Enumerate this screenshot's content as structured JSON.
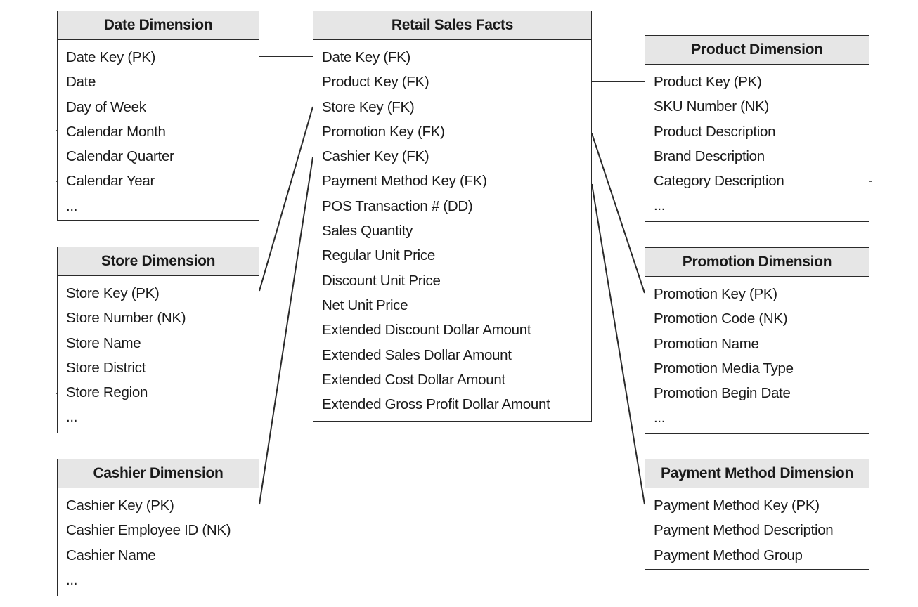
{
  "tables": {
    "date_dimension": {
      "title": "Date Dimension",
      "rows": [
        "Date Key (PK)",
        "Date",
        "Day of Week",
        "Calendar Month",
        "Calendar Quarter",
        "Calendar Year",
        "..."
      ]
    },
    "store_dimension": {
      "title": "Store Dimension",
      "rows": [
        "Store Key (PK)",
        "Store Number (NK)",
        "Store Name",
        "Store District",
        "Store Region",
        "..."
      ]
    },
    "cashier_dimension": {
      "title": "Cashier Dimension",
      "rows": [
        "Cashier Key (PK)",
        "Cashier Employee ID (NK)",
        "Cashier Name",
        "..."
      ]
    },
    "retail_sales_facts": {
      "title": "Retail Sales Facts",
      "rows": [
        "Date Key (FK)",
        "Product Key (FK)",
        "Store Key (FK)",
        "Promotion Key (FK)",
        "Cashier Key (FK)",
        "Payment Method Key (FK)",
        "POS Transaction # (DD)",
        "Sales Quantity",
        "Regular Unit Price",
        "Discount Unit Price",
        "Net Unit Price",
        "Extended Discount Dollar Amount",
        "Extended Sales Dollar Amount",
        "Extended Cost Dollar Amount",
        "Extended Gross Profit Dollar Amount"
      ]
    },
    "product_dimension": {
      "title": "Product Dimension",
      "rows": [
        "Product Key (PK)",
        "SKU Number (NK)",
        "Product Description",
        "Brand Description",
        "Category Description",
        "..."
      ]
    },
    "promotion_dimension": {
      "title": "Promotion Dimension",
      "rows": [
        "Promotion Key (PK)",
        "Promotion Code (NK)",
        "Promotion Name",
        "Promotion Media Type",
        "Promotion Begin Date",
        "..."
      ]
    },
    "payment_method_dimension": {
      "title": "Payment Method Dimension",
      "rows": [
        "Payment Method Key (PK)",
        "Payment Method Description",
        "Payment Method Group"
      ]
    }
  },
  "relationships": [
    {
      "from": "date_dimension",
      "to": "retail_sales_facts",
      "key": "Date Key"
    },
    {
      "from": "store_dimension",
      "to": "retail_sales_facts",
      "key": "Store Key"
    },
    {
      "from": "cashier_dimension",
      "to": "retail_sales_facts",
      "key": "Cashier Key"
    },
    {
      "from": "product_dimension",
      "to": "retail_sales_facts",
      "key": "Product Key"
    },
    {
      "from": "promotion_dimension",
      "to": "retail_sales_facts",
      "key": "Promotion Key"
    },
    {
      "from": "payment_method_dimension",
      "to": "retail_sales_facts",
      "key": "Payment Method Key"
    }
  ],
  "colors": {
    "header_bg": "#e6e6e6",
    "border": "#2a2a2a",
    "text": "#1a1a1a"
  }
}
